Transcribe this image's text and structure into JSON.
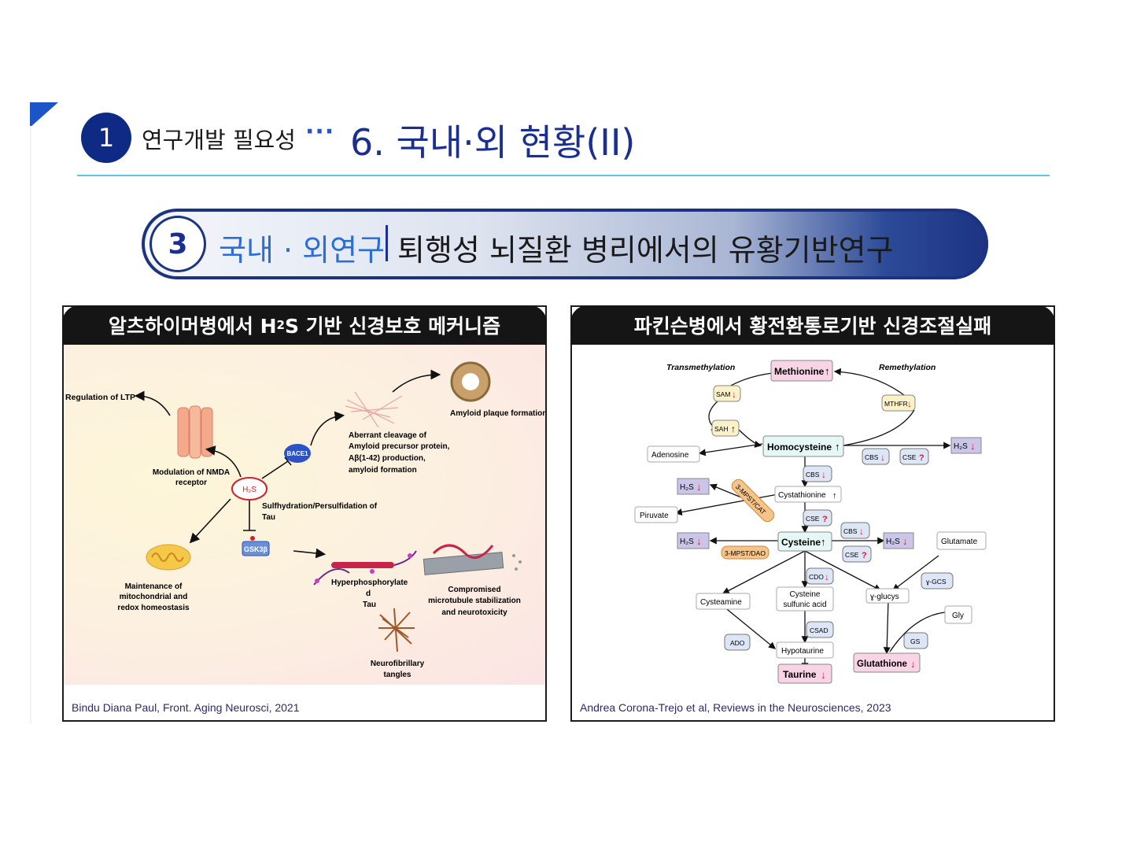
{
  "header": {
    "section_number": "1",
    "section_label": "연구개발 필요성",
    "dots": "···",
    "title": "6. 국내·외 현황(II)"
  },
  "banner": {
    "number": "3",
    "left_text": "국내 · 외연구",
    "right_text": "퇴행성 뇌질환 병리에서의 유황기반연구"
  },
  "left_panel": {
    "title_pre": "알츠하이머병에서 H",
    "title_sub": "2",
    "title_post": "S 기반 신경보호 메커니즘",
    "labels": {
      "ltp": "Regulation of LTP",
      "nmda_1": "Modulation of NMDA",
      "nmda_2": "receptor",
      "h2s": "H₂S",
      "bace1": "BACE1",
      "aberrant_1": "Aberrant cleavage of",
      "aberrant_2": "Amyloid precursor protein,",
      "aberrant_3": "Aβ(1-42) production,",
      "aberrant_4": "amyloid formation",
      "plaque": "Amyloid plaque formation",
      "sulf_1": "Sulfhydration/Persulfidation of",
      "sulf_2": "Tau",
      "gsk": "GSK3β",
      "mito_1": "Maintenance of",
      "mito_2": "mitochondrial and",
      "mito_3": "redox homeostasis",
      "hyper_1": "Hyperphosphorylate",
      "hyper_2": "d",
      "hyper_3": "Tau",
      "micro_1": "Compromised",
      "micro_2": "microtubule stabilization",
      "micro_3": "and neurotoxicity",
      "nft_1": "Neurofibrillary",
      "nft_2": "tangles"
    },
    "citation": "Bindu Diana Paul, Front. Aging Neurosci, 2021"
  },
  "right_panel": {
    "title": "파킨슨병에서 황전환통로기반 신경조절실패",
    "labels": {
      "transmethylation": "Transmethylation",
      "remethylation": "Remethylation",
      "methionine": "Methionine",
      "sam": "SAM",
      "sah": "SAH",
      "mthfr": "MTHFR",
      "homocysteine": "Homocysteine",
      "adenosine": "Adenosine",
      "h2s_top": "H₂S",
      "cbs_a": "CBS",
      "cse_a": "CSE",
      "cbs_b": "CBS",
      "h2s_left1": "H₂S",
      "cystathionine": "Cystathionine",
      "mpst_cat": "3-MPST/CAT",
      "piruvate": "Piruvate",
      "cse_b": "CSE",
      "cbs_c": "CBS",
      "h2s_left2": "H₂S",
      "cysteine": "Cysteine",
      "h2s_right": "H₂S",
      "glutamate": "Glutamate",
      "mpst_dao": "3-MPST/DAO",
      "cse_c": "CSE",
      "cdo": "CDO",
      "ygcs": "ɣ-GCS",
      "cysteamine": "Cysteamine",
      "csa_1": "Cysteine",
      "csa_2": "sulfunic acid",
      "yglucys": "ɣ-glucys",
      "gly": "Gly",
      "csad": "CSAD",
      "ado": "ADO",
      "gs": "GS",
      "hypotaurine": "Hypotaurine",
      "glutathione": "Glutathione",
      "taurine": "Taurine",
      "q": "?"
    },
    "citation": "Andrea Corona-Trejo et al, Reviews in the Neurosciences, 2023"
  }
}
